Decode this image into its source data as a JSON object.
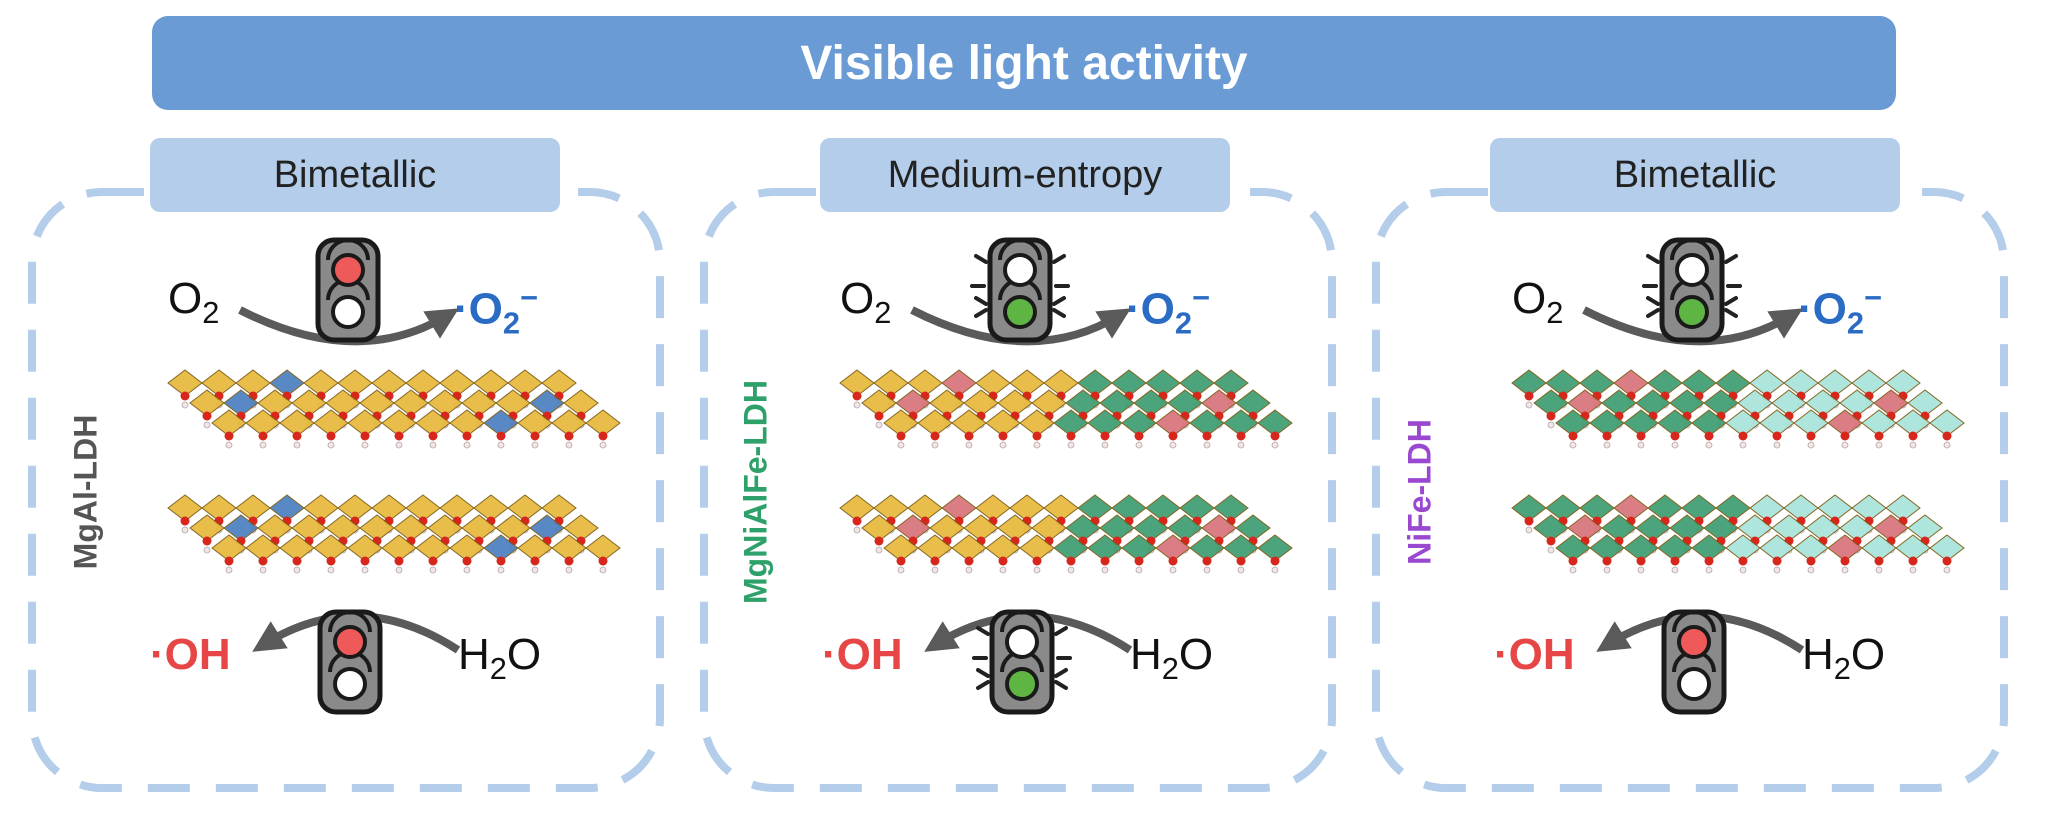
{
  "title": "Visible light activity",
  "panels": [
    {
      "category": "Bimetallic",
      "material": "MgAl-LDH",
      "material_color": "#555555",
      "top_reactant": "O2",
      "top_product": "·O2−",
      "bottom_reactant": "H2O",
      "bottom_product": "·OH",
      "top_light": "red",
      "bottom_light": "red",
      "layer_colors": [
        "gold",
        "gold",
        "blue"
      ]
    },
    {
      "category": "Medium-entropy",
      "material": "MgNiAlFe-LDH",
      "material_color": "#2ea06a",
      "top_reactant": "O2",
      "top_product": "·O2−",
      "bottom_reactant": "H2O",
      "bottom_product": "·OH",
      "top_light": "green",
      "bottom_light": "green",
      "layer_colors": [
        "gold",
        "green",
        "red"
      ]
    },
    {
      "category": "Bimetallic",
      "material": "NiFe-LDH",
      "material_color": "#9a48d0",
      "top_reactant": "O2",
      "top_product": "·O2−",
      "bottom_reactant": "H2O",
      "bottom_product": "·OH",
      "top_light": "green",
      "bottom_light": "red",
      "layer_colors": [
        "green",
        "cyan",
        "red"
      ]
    }
  ],
  "colors": {
    "banner": "#6a9bd4",
    "tab": "#b4cdea",
    "frame": "#b4cdea",
    "superoxide": "#2a6cc4",
    "hydroxyl": "#e64646",
    "light_red": "#ee5a5a",
    "light_green": "#5fb544",
    "gold": "#e8b83a",
    "green": "#3d9d72",
    "blue": "#4a7fc0",
    "red": "#d9727a",
    "cyan": "#a8e4dc"
  }
}
